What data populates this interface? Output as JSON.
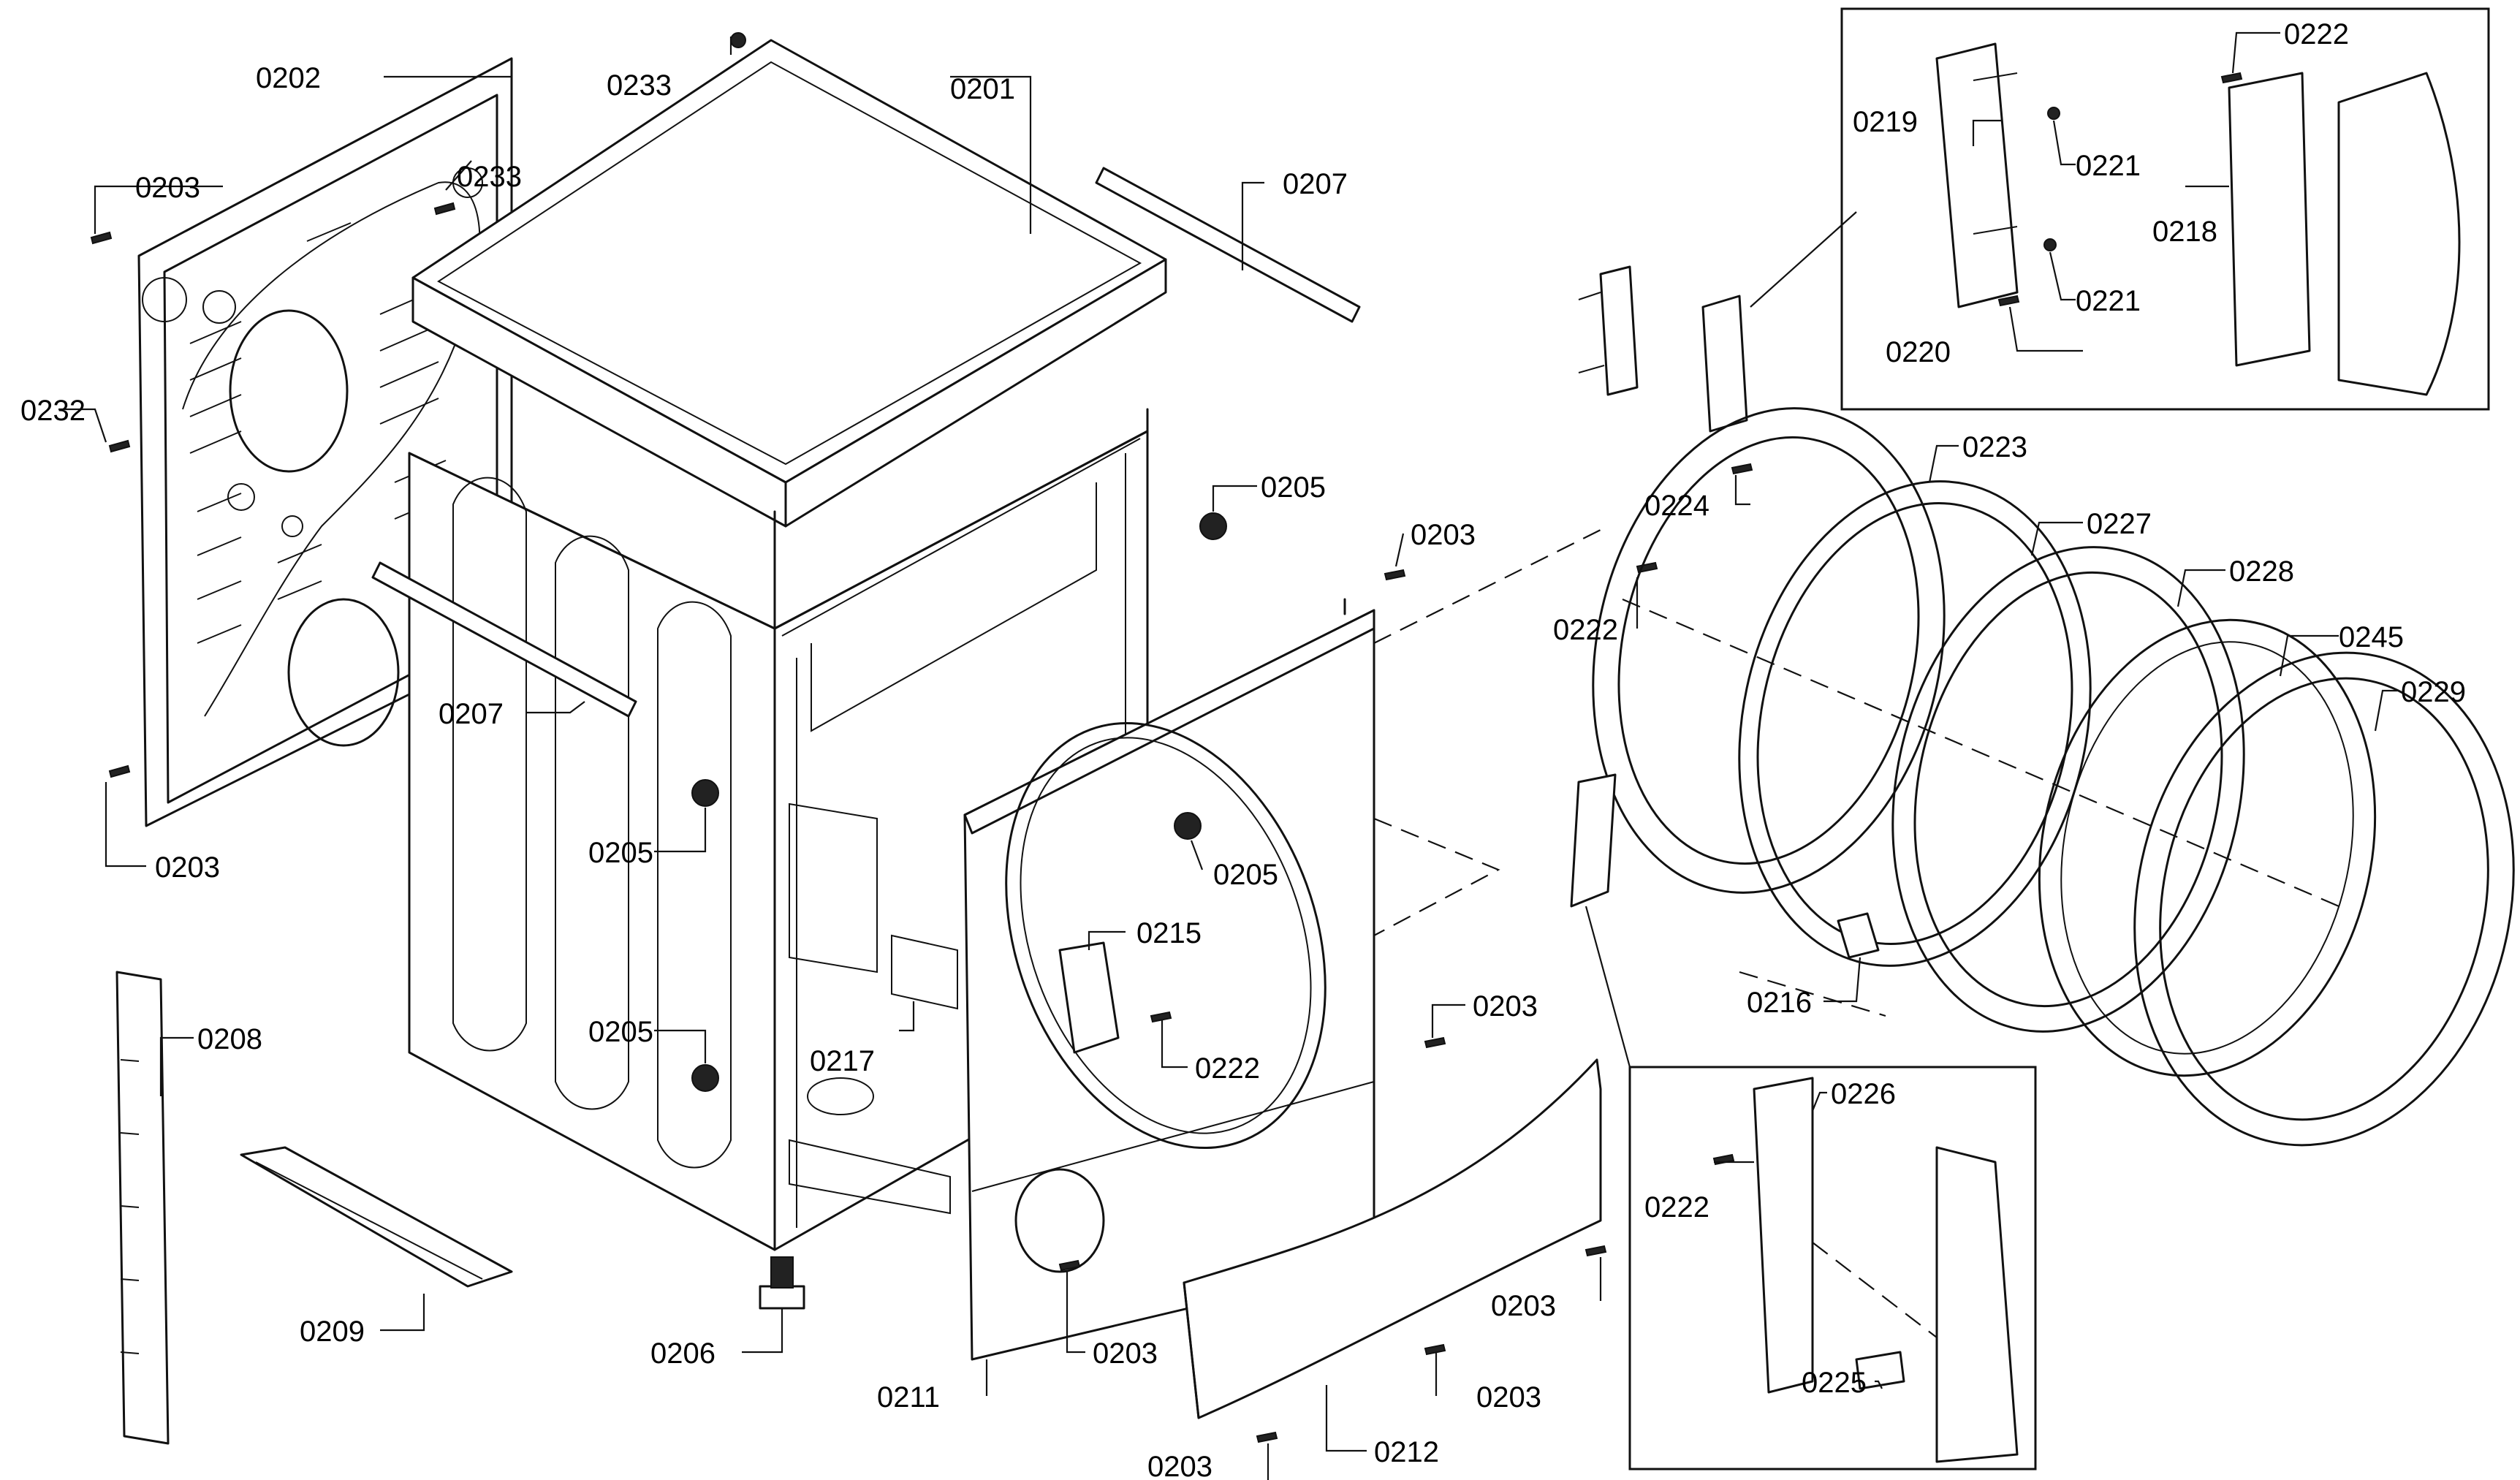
{
  "callouts": [
    {
      "id": "0201",
      "text": "0201"
    },
    {
      "id": "0202",
      "text": "0202"
    },
    {
      "id": "0203a",
      "text": "0203"
    },
    {
      "id": "0233a",
      "text": "0233"
    },
    {
      "id": "0233b",
      "text": "0233"
    },
    {
      "id": "0207a",
      "text": "0207"
    },
    {
      "id": "0232",
      "text": "0232"
    },
    {
      "id": "0203b",
      "text": "0203"
    },
    {
      "id": "0207b",
      "text": "0207"
    },
    {
      "id": "0205a",
      "text": "0205"
    },
    {
      "id": "0205b",
      "text": "0205"
    },
    {
      "id": "0205c",
      "text": "0205"
    },
    {
      "id": "0205d",
      "text": "0205"
    },
    {
      "id": "0203c",
      "text": "0203"
    },
    {
      "id": "0215",
      "text": "0215"
    },
    {
      "id": "0222a",
      "text": "0222"
    },
    {
      "id": "0217",
      "text": "0217"
    },
    {
      "id": "0203d",
      "text": "0203"
    },
    {
      "id": "0208",
      "text": "0208"
    },
    {
      "id": "0209",
      "text": "0209"
    },
    {
      "id": "0206",
      "text": "0206"
    },
    {
      "id": "0211",
      "text": "0211"
    },
    {
      "id": "0203e",
      "text": "0203"
    },
    {
      "id": "0212",
      "text": "0212"
    },
    {
      "id": "0203f",
      "text": "0203"
    },
    {
      "id": "0203g",
      "text": "0203"
    },
    {
      "id": "0203h",
      "text": "0203"
    },
    {
      "id": "0222b",
      "text": "0222"
    },
    {
      "id": "0219",
      "text": "0219"
    },
    {
      "id": "0221a",
      "text": "0221"
    },
    {
      "id": "0218",
      "text": "0218"
    },
    {
      "id": "0221b",
      "text": "0221"
    },
    {
      "id": "0220",
      "text": "0220"
    },
    {
      "id": "0224",
      "text": "0224"
    },
    {
      "id": "0223",
      "text": "0223"
    },
    {
      "id": "0227",
      "text": "0227"
    },
    {
      "id": "0222c",
      "text": "0222"
    },
    {
      "id": "0228",
      "text": "0228"
    },
    {
      "id": "0245",
      "text": "0245"
    },
    {
      "id": "0229",
      "text": "0229"
    },
    {
      "id": "0216",
      "text": "0216"
    },
    {
      "id": "0226",
      "text": "0226"
    },
    {
      "id": "0222d",
      "text": "0222"
    },
    {
      "id": "0225",
      "text": "0225"
    }
  ]
}
